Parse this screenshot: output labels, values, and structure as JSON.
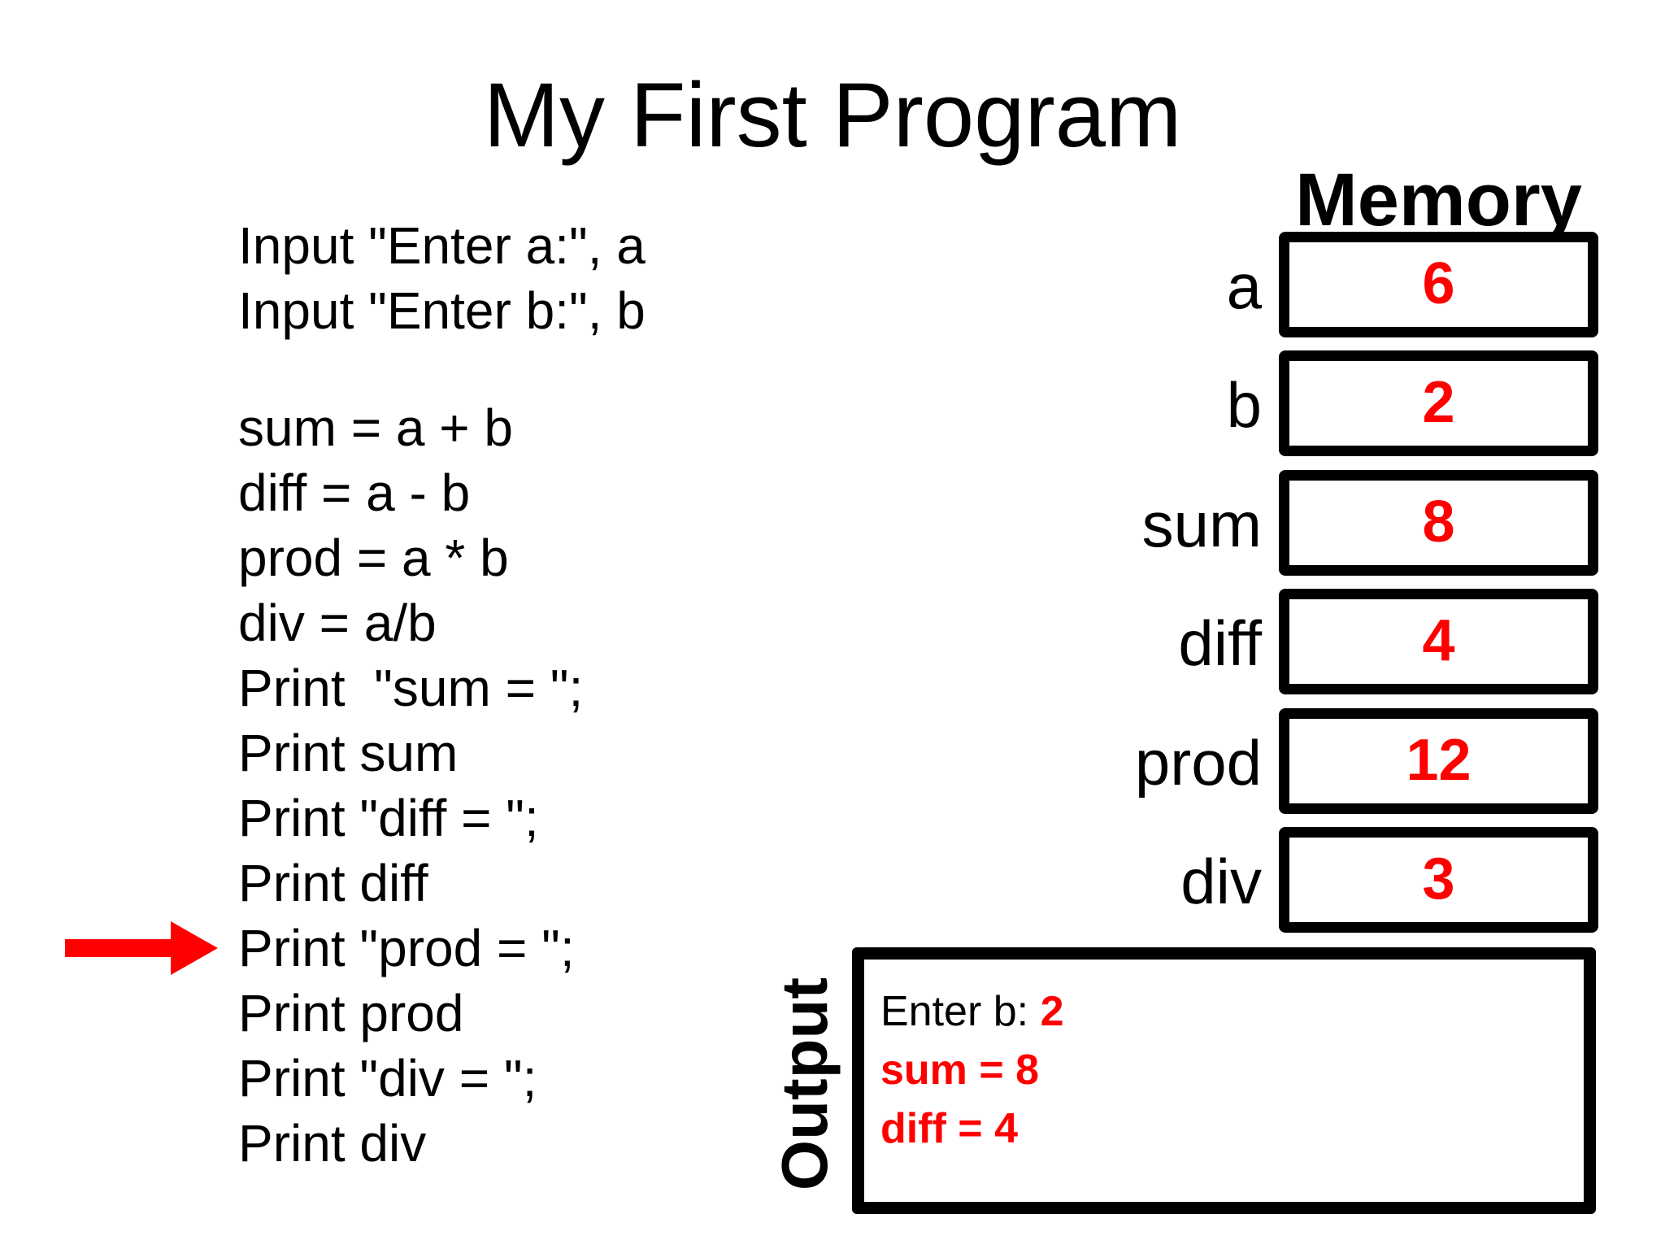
{
  "slide": {
    "title": "My First Program"
  },
  "code": {
    "lines": [
      "Input \"Enter a:\", a",
      "Input \"Enter b:\", b",
      "sum = a + b",
      "diff = a - b",
      "prod = a * b",
      "div = a/b",
      "Print  \"sum = \";",
      "Print sum",
      "Print \"diff = \";",
      "Print diff",
      "Print \"prod = \";",
      "Print prod",
      "Print \"div = \";",
      "Print div"
    ],
    "arrow_points_to_line": "Print \"prod = \";"
  },
  "memory": {
    "title": "Memory",
    "cells": [
      {
        "name": "a",
        "value": "6"
      },
      {
        "name": "b",
        "value": "2"
      },
      {
        "name": "sum",
        "value": "8"
      },
      {
        "name": "diff",
        "value": "4"
      },
      {
        "name": "prod",
        "value": "12"
      },
      {
        "name": "div",
        "value": "3"
      }
    ]
  },
  "output": {
    "label": "Output",
    "lines": [
      {
        "prefix": "Enter b: ",
        "value": "2"
      },
      {
        "prefix": "",
        "value": "sum = 8"
      },
      {
        "prefix": "",
        "value": "diff = 4"
      }
    ]
  },
  "colors": {
    "accent_red": "#ff0000",
    "text_black": "#000000",
    "background": "#ffffff"
  }
}
